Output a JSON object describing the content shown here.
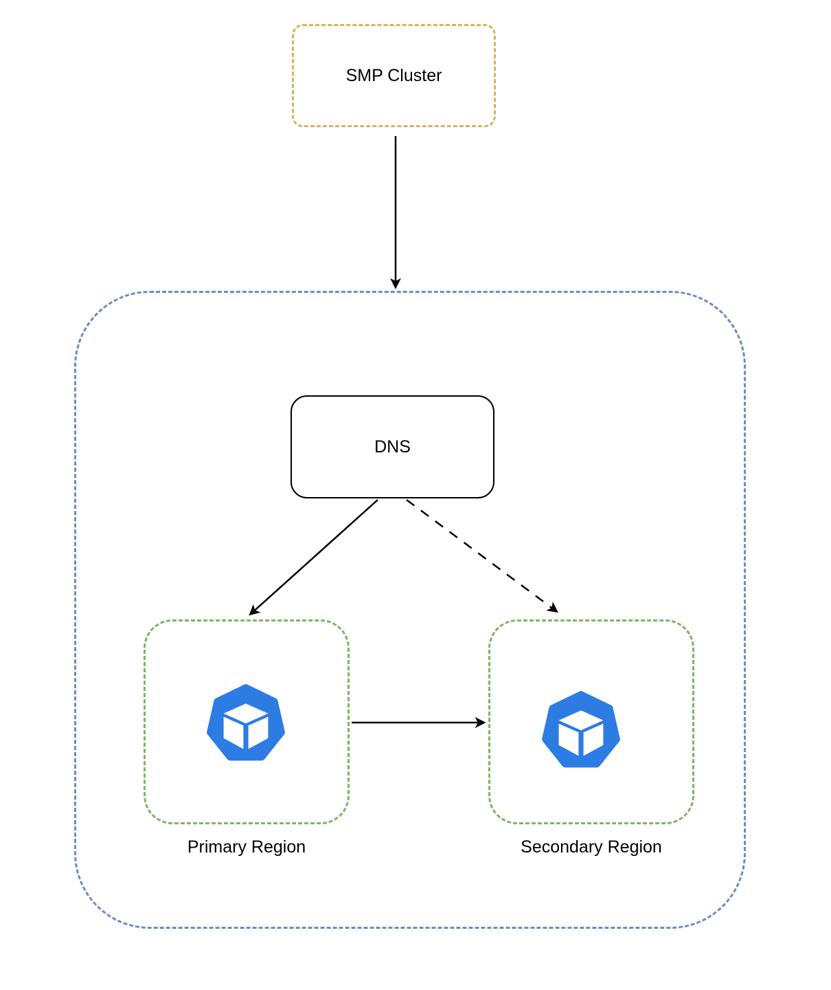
{
  "nodes": {
    "smp_cluster": {
      "label": "SMP Cluster"
    },
    "dns": {
      "label": "DNS"
    },
    "primary_region": {
      "label": "Primary Region",
      "icon": "cluster-cube-icon"
    },
    "secondary_region": {
      "label": "Secondary Region",
      "icon": "cluster-cube-icon"
    }
  },
  "edges": [
    {
      "from": "smp_cluster",
      "to": "outer_container",
      "style": "solid",
      "arrowhead": "filled"
    },
    {
      "from": "dns",
      "to": "primary_region",
      "style": "solid",
      "arrowhead": "filled"
    },
    {
      "from": "dns",
      "to": "secondary_region",
      "style": "dashed",
      "arrowhead": "filled"
    },
    {
      "from": "primary_region",
      "to": "secondary_region",
      "style": "solid",
      "arrowhead": "filled"
    }
  ],
  "colors": {
    "smp_cluster_border": "#d6b656",
    "outer_container_border": "#6c8ebf",
    "region_border": "#82b366",
    "dns_border": "#000000",
    "icon_blue": "#2d7ce4",
    "arrow": "#000000",
    "background": "#ffffff",
    "text": "#000000"
  }
}
